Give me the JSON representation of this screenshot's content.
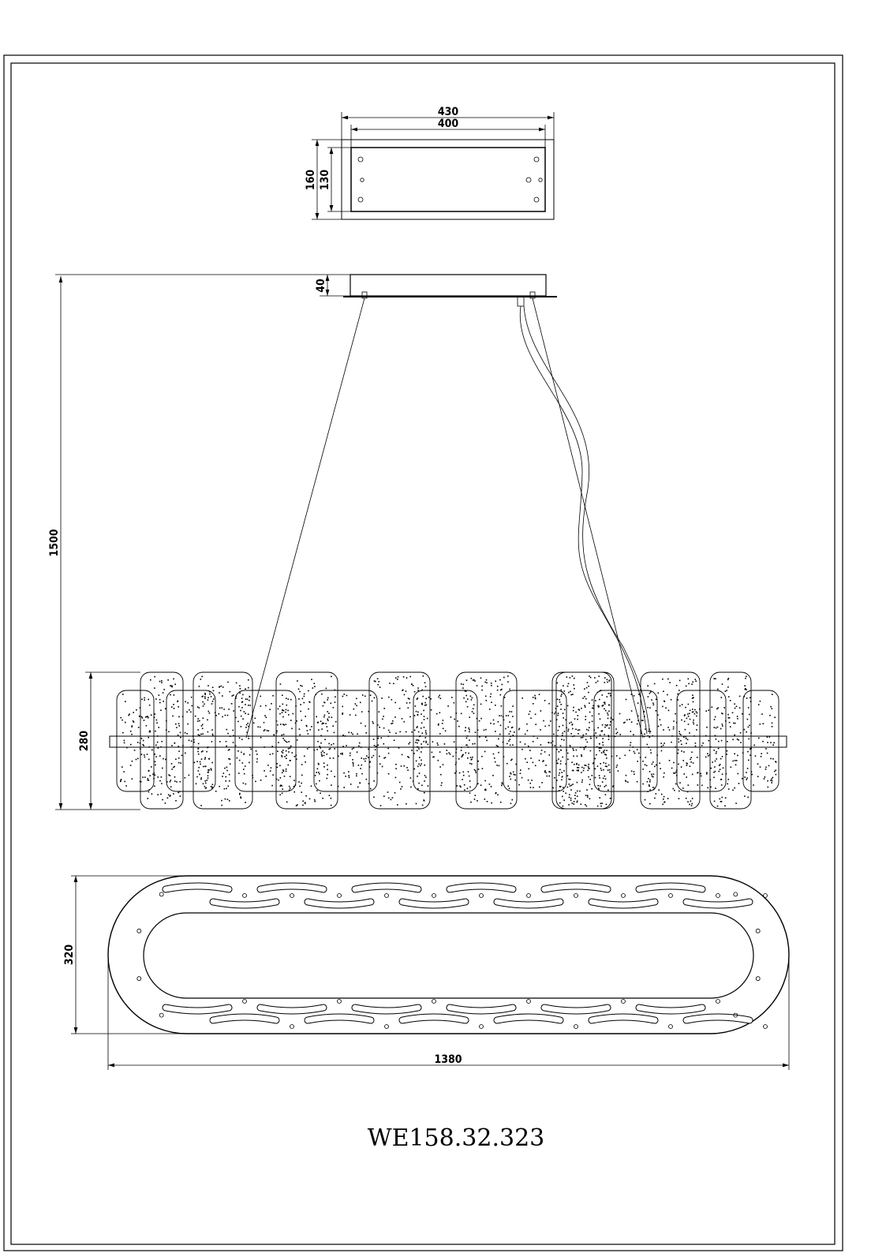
{
  "drawing": {
    "model_number": "WE158.32.323",
    "top_view": {
      "outer_width": "430",
      "inner_width": "400",
      "outer_depth": "160",
      "inner_depth": "130"
    },
    "side_view": {
      "canopy_height": "40",
      "total_height": "1500",
      "body_height": "280"
    },
    "bottom_view": {
      "width": "1380",
      "depth": "320"
    }
  }
}
